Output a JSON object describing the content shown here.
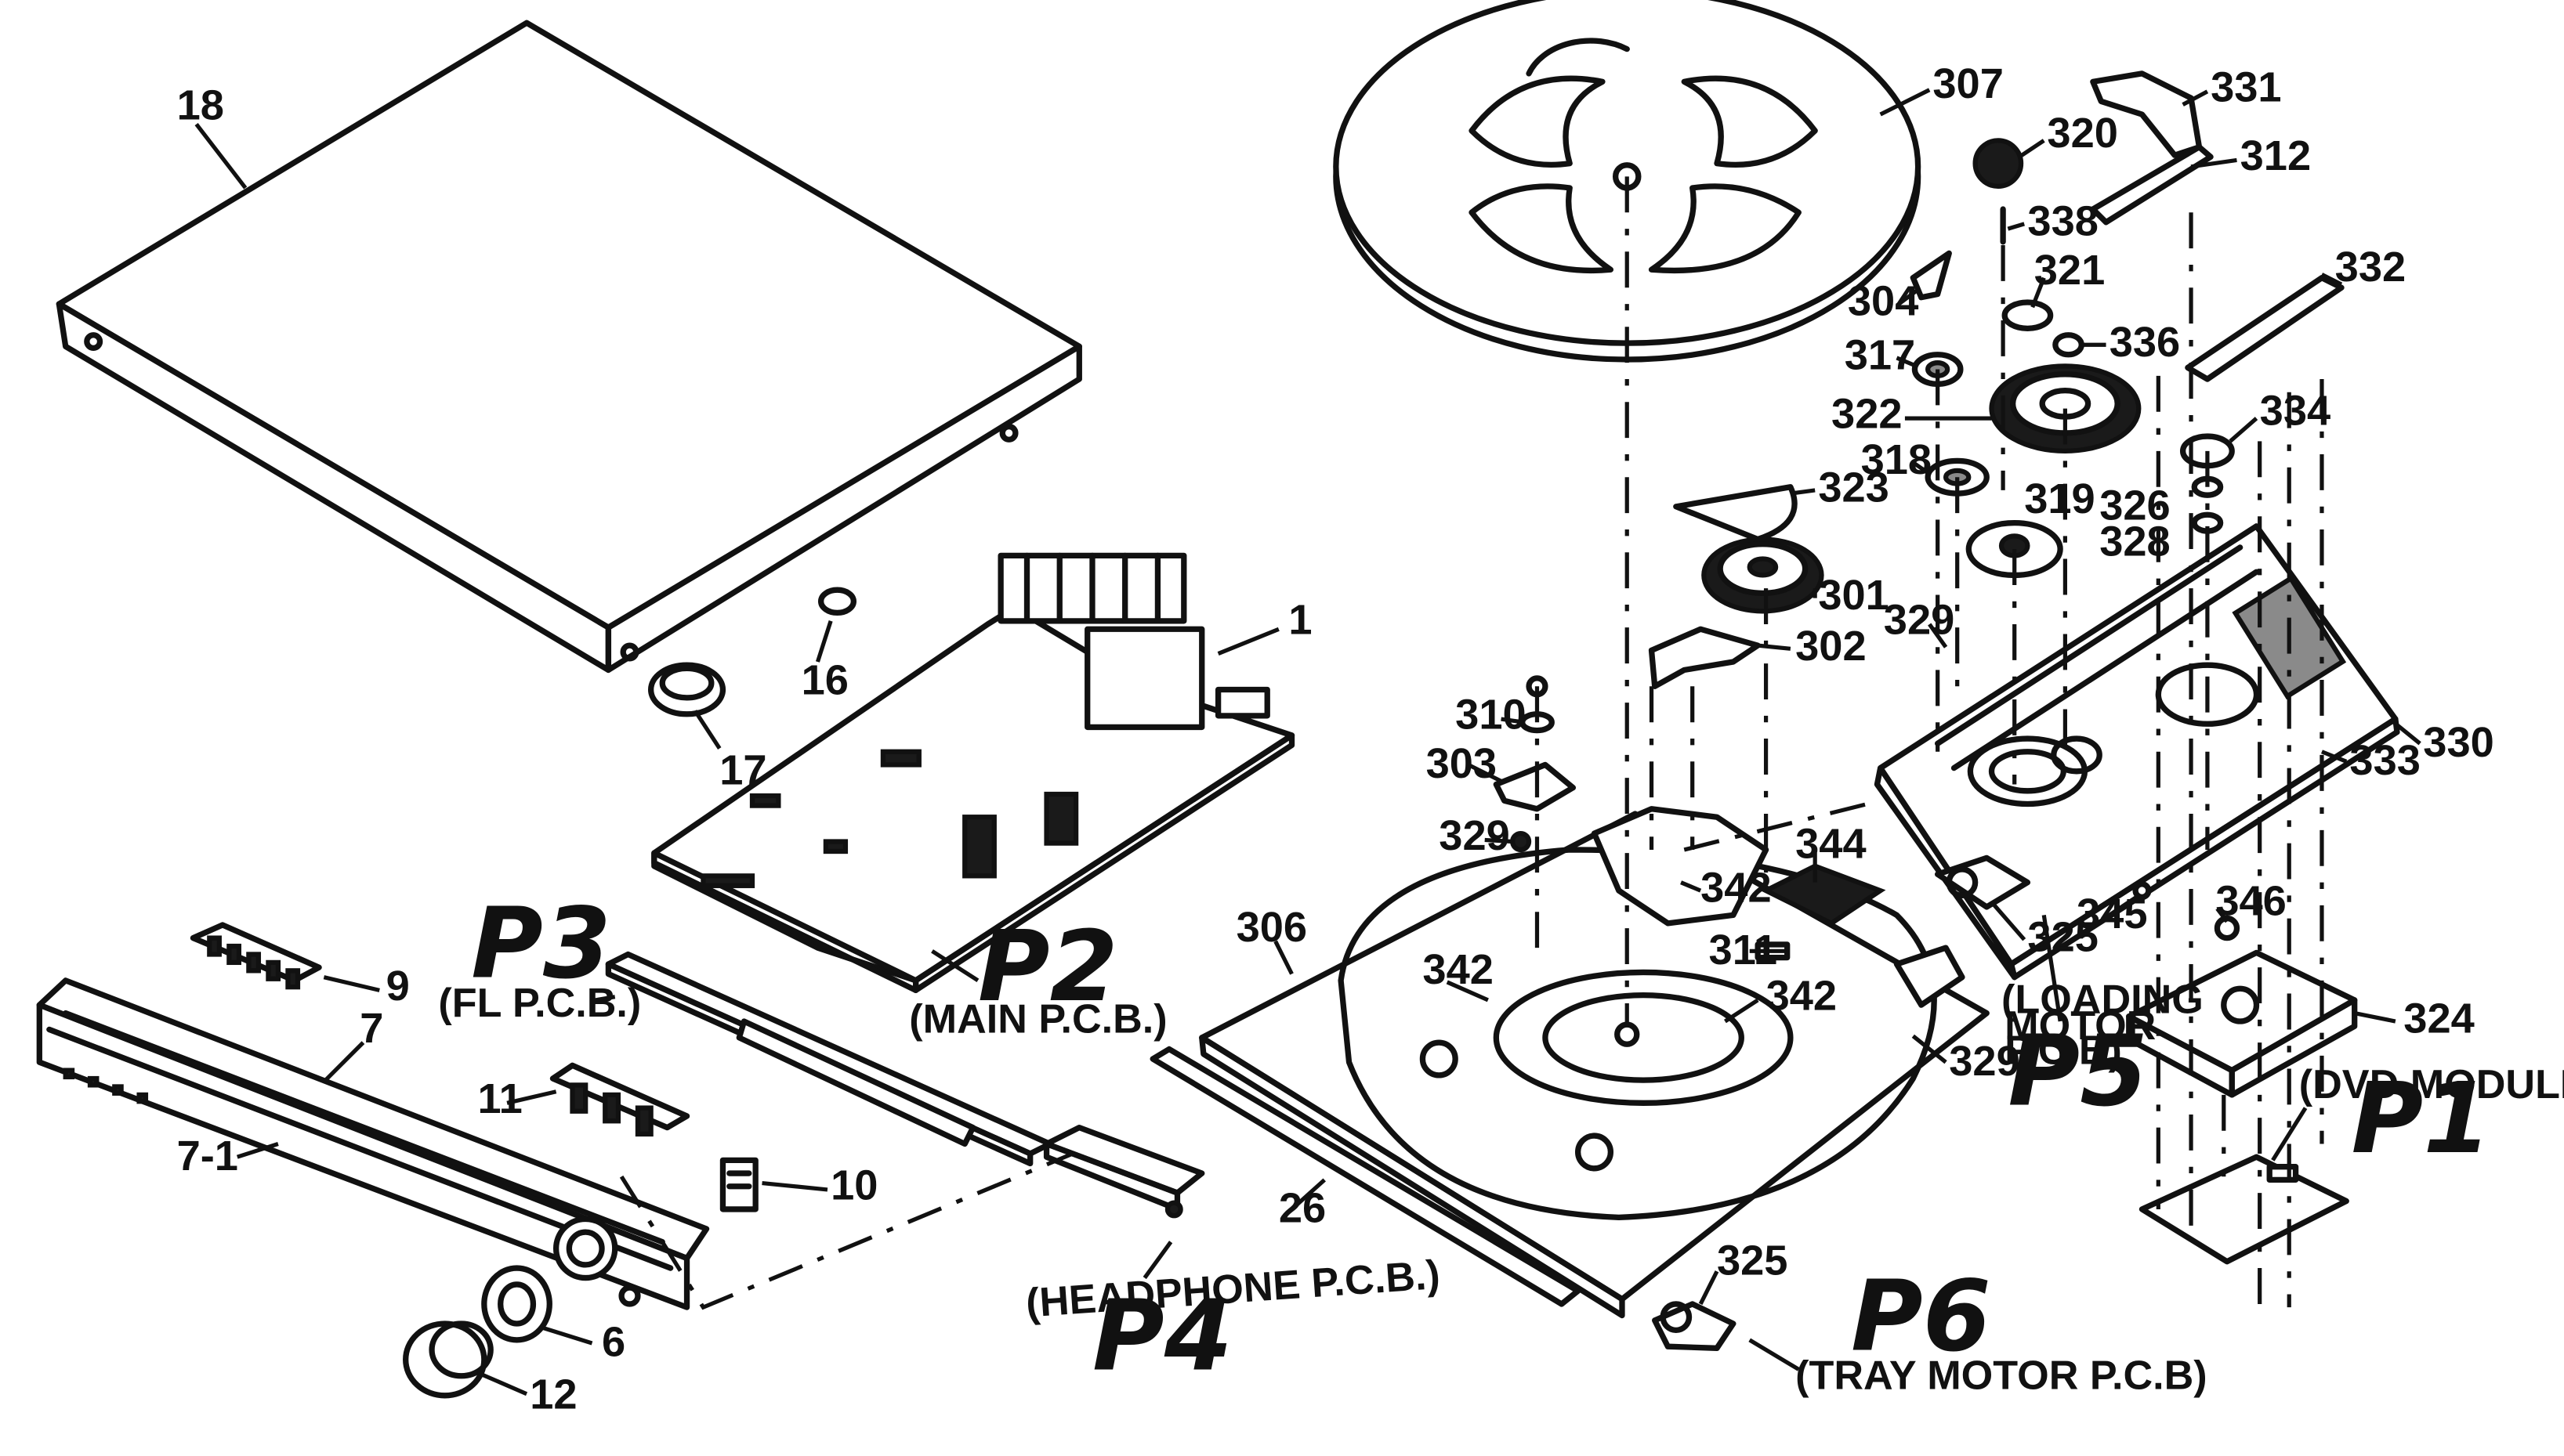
{
  "parts": {
    "p18": "18",
    "p1": "1",
    "p16": "16",
    "p17": "17",
    "p9": "9",
    "p7": "7",
    "p7_1": "7-1",
    "p11": "11",
    "p10": "10",
    "p6": "6",
    "p12": "12",
    "p26": "26",
    "p306": "306",
    "p307": "307",
    "p331": "331",
    "p320": "320",
    "p312": "312",
    "p338": "338",
    "p304": "304",
    "p321": "321",
    "p336": "336",
    "p332": "332",
    "p317": "317",
    "p322": "322",
    "p334": "334",
    "p318": "318",
    "p323": "323",
    "p319": "319",
    "p326": "326",
    "p328": "328",
    "p301": "301",
    "p329a": "329",
    "p302": "302",
    "p310": "310",
    "p303": "303",
    "p330": "330",
    "p333": "333",
    "p329b": "329",
    "p344": "344",
    "p342a": "342",
    "p345": "345",
    "p346": "346",
    "p325a": "325",
    "p311": "311",
    "p342b": "342",
    "p342c": "342",
    "p329c": "329",
    "p324": "324",
    "p325b": "325"
  },
  "pcb_labels": {
    "fl": "(FL P.C.B.)",
    "main": "(MAIN P.C.B.)",
    "headphone": "(HEADPHONE P.C.B.)",
    "loading_1": "(LOADING",
    "loading_2": "MOTOR",
    "loading_3": "P.C.B)",
    "dvd": "(DVD MODULE P.C.B.)",
    "tray": "(TRAY MOTOR P.C.B)"
  },
  "pcb_codes": {
    "p1": "P1",
    "p2": "P2",
    "p3": "P3",
    "p4": "P4",
    "p5": "P5",
    "p6": "P6"
  }
}
